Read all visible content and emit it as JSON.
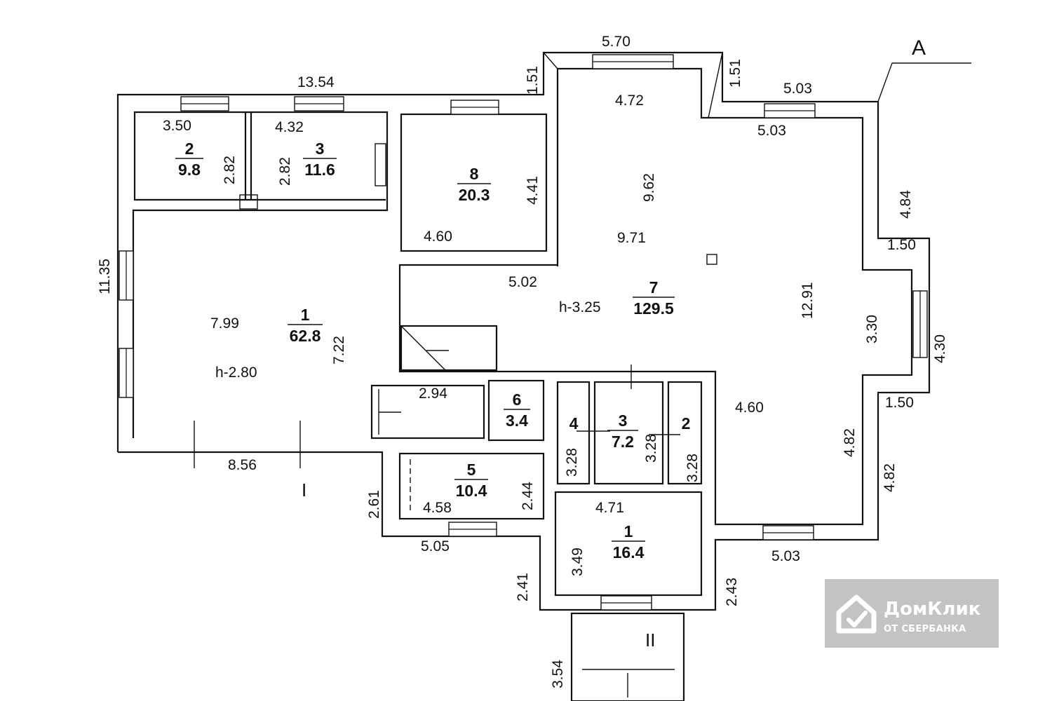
{
  "plan": {
    "section_marker": "A",
    "entrance_marks": {
      "left": "I",
      "bottom": "II"
    },
    "height_left": "h-2.80",
    "height_main": "h-3.25"
  },
  "rooms": {
    "left_2": {
      "num": "2",
      "area": "9.8"
    },
    "left_3": {
      "num": "3",
      "area": "11.6"
    },
    "left_1": {
      "num": "1",
      "area": "62.8"
    },
    "room_8": {
      "num": "8",
      "area": "20.3"
    },
    "room_7": {
      "num": "7",
      "area": "129.5"
    },
    "room_6": {
      "num": "6",
      "area": "3.4"
    },
    "room_5": {
      "num": "5",
      "area": "10.4"
    },
    "bath_4": {
      "num": "4"
    },
    "bath_3": {
      "num": "3",
      "area": "7.2"
    },
    "bath_2": {
      "num": "2"
    },
    "room_1b": {
      "num": "1",
      "area": "16.4"
    }
  },
  "dimensions": {
    "top_5_70": "5.70",
    "d_13_54": "13.54",
    "d_1_51a": "1.51",
    "d_1_51b": "1.51",
    "d_5_03_top": "5.03",
    "d_5_03_in": "5.03",
    "d_4_72": "4.72",
    "d_3_50": "3.50",
    "d_4_32": "4.32",
    "d_2_82a": "2.82",
    "d_2_82b": "2.82",
    "d_4_41": "4.41",
    "d_4_60_r8": "4.60",
    "d_9_62": "9.62",
    "d_9_71": "9.71",
    "d_4_84": "4.84",
    "d_1_50a": "1.50",
    "d_11_35": "11.35",
    "d_5_02": "5.02",
    "d_12_91": "12.91",
    "d_3_30": "3.30",
    "d_4_30": "4.30",
    "d_7_99": "7.99",
    "d_7_22": "7.22",
    "d_2_94": "2.94",
    "d_4_60_r7": "4.60",
    "d_1_50b": "1.50",
    "d_3_28a": "3.28",
    "d_3_28b": "3.28",
    "d_3_28c": "3.28",
    "d_8_56": "8.56",
    "d_4_82a": "4.82",
    "d_4_82b": "4.82",
    "d_2_61": "2.61",
    "d_2_44": "2.44",
    "d_4_58": "4.58",
    "d_4_71": "4.71",
    "d_5_05": "5.05",
    "d_3_49": "3.49",
    "d_5_03_bot": "5.03",
    "d_2_41": "2.41",
    "d_2_43": "2.43",
    "d_3_54": "3.54"
  },
  "watermark": {
    "brand": "ДомКлик",
    "sub": "ОТ СБЕРБАНКА"
  }
}
